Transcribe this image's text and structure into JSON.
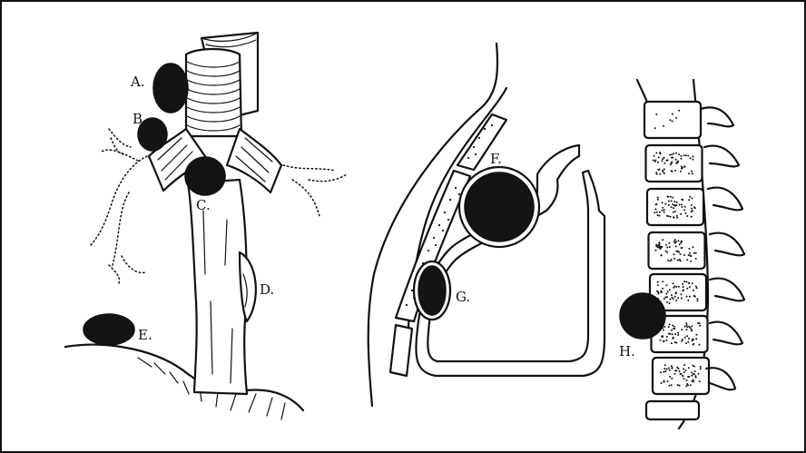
{
  "figure": {
    "labels": {
      "A": "A.",
      "B": "B.",
      "C": "C.",
      "D": "D.",
      "E": "E.",
      "F": "F.",
      "G": "G.",
      "H": "H."
    },
    "colors": {
      "ink": "#111111",
      "background": "#ffffff",
      "lesion_fill": "#141414"
    }
  }
}
